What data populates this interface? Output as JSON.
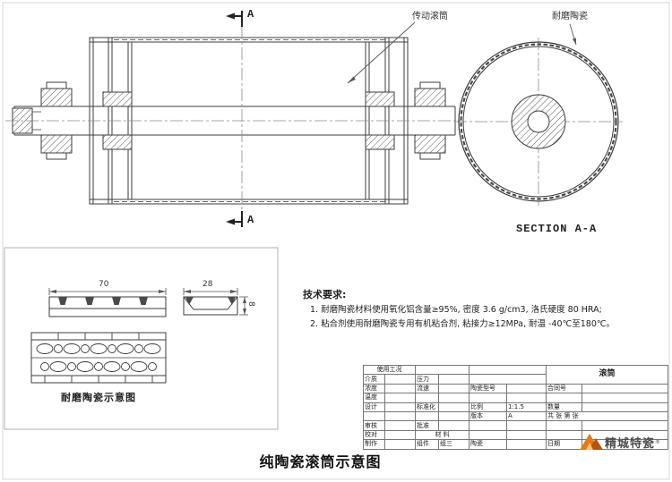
{
  "drawing": {
    "section_marker": "A",
    "section_title": "SECTION A-A",
    "callout_drive_drum": "传动滚筒",
    "callout_wear_ceramic": "耐磨陶瓷",
    "detail_caption": "耐磨陶瓷示意图",
    "main_title": "纯陶瓷滚筒示意图",
    "dims": {
      "tile_width": "70",
      "tile_small_width": "28",
      "tile_thickness": "8"
    }
  },
  "tech_requirements": {
    "title": "技术要求:",
    "items": [
      "1. 耐磨陶瓷材料使用氧化铝含量≥95%, 密度 3.6 g/cm3, 洛氏硬度 80 HRA;",
      "2. 粘合剂使用耐磨陶瓷专用有机粘合剂, 粘接力≥12MPa, 耐温 -40℃至180℃。"
    ]
  },
  "title_block": {
    "usage": "使用工况",
    "part": "滚筒",
    "medium": "介质",
    "pressure": "压力",
    "density": "浓度",
    "flow": "流速",
    "temp": "温度",
    "model": "陶瓷型号",
    "contract": "合同号",
    "design": "设计",
    "standard": "标准化",
    "scale_l": "比例",
    "scale_v": "1:1.5",
    "qty": "数量",
    "ver_l": "版本",
    "ver_v": "A",
    "sheets": "共 张 第 张",
    "review": "审核",
    "approve": "批准",
    "proof": "校对",
    "material": "材 料",
    "make": "制作",
    "component": "组件",
    "group": "组三",
    "ceramic": "陶瓷",
    "date": "日期"
  },
  "logo": {
    "text": "精城特瓷",
    "reg_mark": "®",
    "accent": "#e07b1a"
  }
}
